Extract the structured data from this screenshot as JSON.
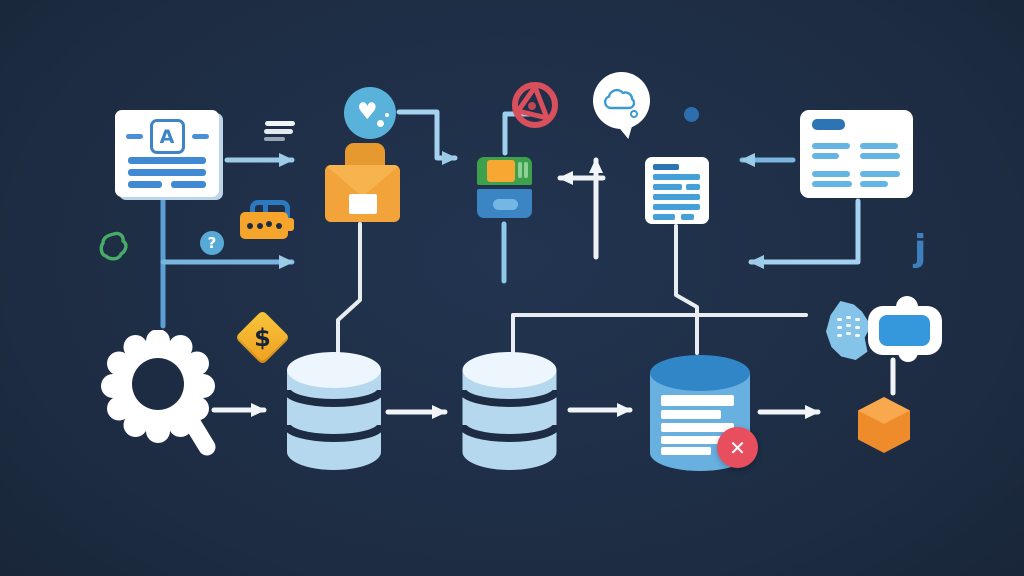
{
  "title": "data-pipeline-flat-illustration",
  "background_color": "#1d2c42",
  "labels": {
    "doc_letter": "A",
    "question_mark": "?",
    "dollar_sign": "$",
    "letter_j": "j",
    "error_x": "✕"
  },
  "colors": {
    "background": "#1d2c42",
    "card_white": "#ffffff",
    "doc_line_blue": "#3f8ad2",
    "note_line_blue": "#45a0d8",
    "dark_blue_pill": "#2d74b4",
    "connector_light_blue": "#9ccbe8",
    "connector_white": "#eef2f5",
    "vertical_line_blue": "#5c9fd6",
    "heart_circle_blue": "#58b2da",
    "briefcase_orange": "#f2a33a",
    "archive_green": "#3ca04c",
    "archive_blue": "#3b85c4",
    "atom_red": "#d94f5c",
    "badge_red": "#e84f5e",
    "db_light_body": "#b5d8ee",
    "db_light_top": "#ecf6fc",
    "db_blue_body": "#68b0e0",
    "db_blue_top": "#3186c8",
    "lock_orange": "#f5a52c",
    "diamond_yellow": "#f5b52e",
    "cube_orange": "#ee8c2c",
    "squiggle_green": "#49ab68",
    "letter_j_blue": "#3f7fbf"
  },
  "icons": [
    "document-a-card-icon",
    "hamburger-menu-icon",
    "heart-circle-icon",
    "briefcase-icon",
    "archive-box-icon",
    "atom-ring-icon",
    "cloud-speech-bubble-icon",
    "blue-dot-icon",
    "note-document-icon",
    "detail-card-icon",
    "letter-j-glyph",
    "green-squiggle-icon",
    "question-circle-icon",
    "padlock-passcode-icon",
    "dollar-diamond-icon",
    "gear-magnifier-icon",
    "database-cylinder-1-icon",
    "database-cylinder-2-icon",
    "database-records-icon",
    "error-x-badge-icon",
    "data-blob-icon",
    "chat-tablet-icon",
    "cube-package-icon"
  ],
  "flow": {
    "bottom_row": [
      "gear-magnifier",
      "database-1",
      "database-2",
      "database-records",
      "cube-package"
    ],
    "connector_style": "elbow lines with triangular arrowheads"
  }
}
